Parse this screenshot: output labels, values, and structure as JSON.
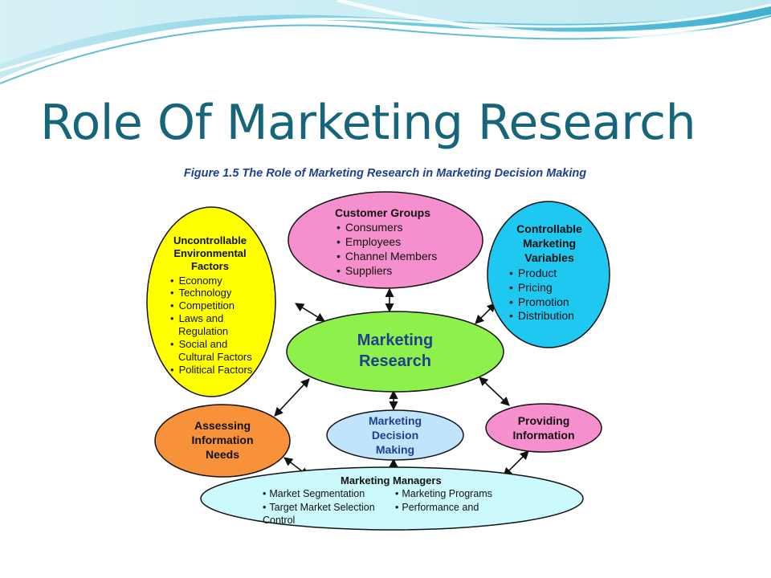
{
  "slide": {
    "title": "Role Of Marketing Research"
  },
  "figure": {
    "caption": "Figure 1.5  The Role of Marketing Research in Marketing Decision Making",
    "customer_groups": {
      "heading": "Customer Groups",
      "items": [
        "Consumers",
        "Employees",
        "Channel Members",
        "Suppliers"
      ]
    },
    "uncontrollable": {
      "heading_lines": [
        "Uncontrollable",
        "Environmental",
        "Factors"
      ],
      "items": [
        "Economy",
        "Technology",
        "Competition",
        "Laws and",
        "Regulation",
        "Social and",
        "Cultural Factors",
        "Political Factors"
      ]
    },
    "controllable": {
      "heading_lines": [
        "Controllable",
        "Marketing",
        "Variables"
      ],
      "items": [
        "Product",
        "Pricing",
        "Promotion",
        "Distribution"
      ]
    },
    "marketing_research": {
      "lines": [
        "Marketing",
        "Research"
      ]
    },
    "assessing": {
      "lines": [
        "Assessing",
        "Information",
        "Needs"
      ]
    },
    "decision_making": {
      "lines": [
        "Marketing",
        "Decision",
        "Making"
      ]
    },
    "providing": {
      "lines": [
        "Providing",
        "Information"
      ]
    },
    "managers": {
      "heading": "Marketing Managers",
      "items": [
        "Market Segmentation",
        "Marketing Programs",
        "Target Market Selection",
        "Performance and"
      ],
      "trailing": "Control"
    },
    "colors": {
      "customer_groups": "#f58fce",
      "uncontrollable": "#ffff00",
      "controllable": "#1ec8f0",
      "marketing_research": "#8ef04a",
      "assessing": "#f7923a",
      "decision_making": "#bfe4fb",
      "providing": "#f58fce",
      "managers": "#ccfafc",
      "caption_text": "#1f3f8f",
      "title_text": "#17657a"
    }
  }
}
